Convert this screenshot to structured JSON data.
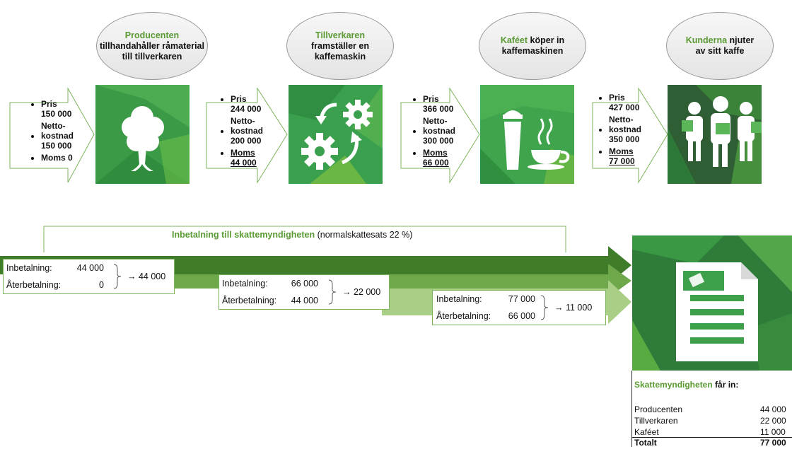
{
  "bubbles": [
    {
      "highlight": "Producenten",
      "rest": "tillhandahåller råmaterial till tillverkaren"
    },
    {
      "highlight": "Tillverkaren",
      "rest": "framställer en kaffemaskin"
    },
    {
      "highlight": "Kaféet",
      "rest": "köper in kaffemaskinen"
    },
    {
      "highlight": "Kunderna",
      "rest": "njuter av sitt kaffe"
    }
  ],
  "flows": [
    {
      "pris_label": "Pris",
      "pris": "150 000",
      "netto_label": "Netto-kostnad",
      "netto": "150 000",
      "moms_label": "Moms 0",
      "moms": ""
    },
    {
      "pris_label": "Pris",
      "pris": "244 000",
      "netto_label": "Netto-kostnad",
      "netto": "200 000",
      "moms_label": "Moms",
      "moms": "44 000"
    },
    {
      "pris_label": "Pris",
      "pris": "366 000",
      "netto_label": "Netto-kostnad",
      "netto": "300 000",
      "moms_label": "Moms",
      "moms": "66 000"
    },
    {
      "pris_label": "Pris",
      "pris": "427 000",
      "netto_label": "Netto-kostnad",
      "netto": "350 000",
      "moms_label": "Moms",
      "moms": "77 000"
    }
  ],
  "payment_header": {
    "bold": "Inbetalning till skattemyndigheten",
    "normal": " (normalskattesats 22 %)"
  },
  "payments": [
    {
      "in_label": "Inbetalning:",
      "in_value": "44 000",
      "back_label": "Återbetalning:",
      "back_value": "0",
      "result": "→ 44 000"
    },
    {
      "in_label": "Inbetalning:",
      "in_value": "66 000",
      "back_label": "Återbetalning:",
      "back_value": "44 000",
      "result": "→ 22 000"
    },
    {
      "in_label": "Inbetalning:",
      "in_value": "77 000",
      "back_label": "Återbetalning:",
      "back_value": "66 000",
      "result": "→ 11 000"
    }
  ],
  "summary": {
    "title_highlight": "Skattemyndigheten",
    "title_rest": " får in:",
    "rows": [
      {
        "label": "Producenten",
        "value": "44 000"
      },
      {
        "label": "Tillverkaren",
        "value": "22 000"
      },
      {
        "label": "Kaféet",
        "value": "11 000"
      }
    ],
    "total_label": "Totalt",
    "total_value": "77 000"
  },
  "colors": {
    "accent": "#5a9a32",
    "dark_green": "#3f7d2a",
    "light_green": "#8cc36a",
    "tile_green": "#3fa34d"
  }
}
